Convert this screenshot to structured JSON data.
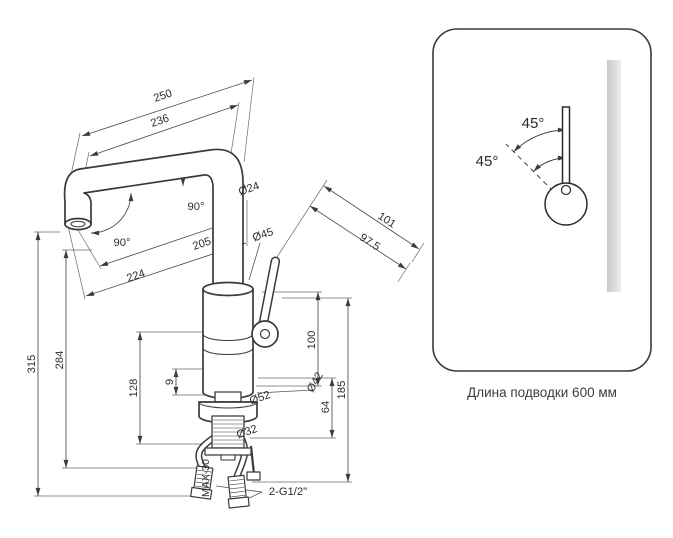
{
  "drawing": {
    "labels": {
      "w250": "250",
      "w236": "236",
      "angle_bend": "90°",
      "dia_spout": "Ø24",
      "angle_outlet": "90°",
      "reach205": "205",
      "reach224": "224",
      "dia_body": "Ø45",
      "len101": "101",
      "len97_5": "97.5",
      "h315": "315",
      "h284": "284",
      "h128": "128",
      "h9": "9",
      "h100": "100",
      "h185": "185",
      "h64": "64",
      "dia42": "Ø42",
      "dia52": "Ø52",
      "dia32": "Ø32",
      "max30": "MAX-30",
      "thread": "2-G1/2\""
    }
  },
  "inset": {
    "angle_a": "45°",
    "angle_b": "45°",
    "caption": "Длина подводки 600 мм"
  },
  "colors": {
    "line": "#3a3a3a",
    "dim": "#555555",
    "stripe": "#d6d6d6"
  }
}
